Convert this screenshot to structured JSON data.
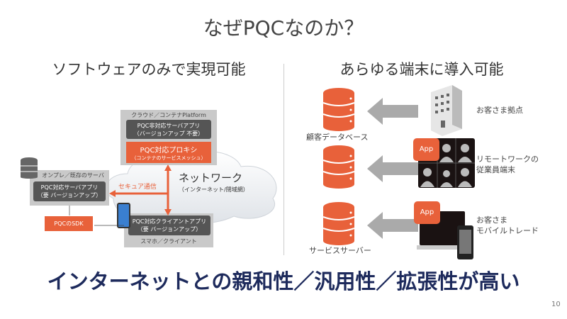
{
  "title": "なぜPQCなのか？",
  "left": {
    "heading": "ソフトウェアのみで実現可能",
    "cloud_platform": {
      "label": "クラウド／コンテナPlatform",
      "app_line1": "PQC非対応サーバアプリ",
      "app_line2": "（バージョンアップ 不要）",
      "proxy_line1": "PQC対応プロキシ",
      "proxy_line2": "（コンテナのサービスメッシュ）"
    },
    "onprem": {
      "label": "オンプレ／既存のサーバ",
      "app_line1": "PQC対応サーバアプリ",
      "app_line2": "（要 バージョンアップ）"
    },
    "sdk": "PQCのSDK",
    "secure": "セキュア通信",
    "network": {
      "title": "ネットワーク",
      "subtitle": "（インターネット/閉域網）"
    },
    "client": {
      "label": "スマホ／クライアント",
      "app_line1": "PQC対応クライアントアプリ",
      "app_line2": "（要 バージョンアップ）"
    }
  },
  "right": {
    "heading": "あらゆる端末に導入可能",
    "rows": [
      {
        "db_label": "顧客データベース",
        "source_line1": "お客さま拠点",
        "source_line2": ""
      },
      {
        "db_label": "",
        "source_line1": "リモートワークの",
        "source_line2": "従業員端末",
        "badge": "App"
      },
      {
        "db_label": "サービスサーバー",
        "source_line1": "お客さま",
        "source_line2": "モバイルトレード",
        "badge": "App"
      }
    ]
  },
  "tagline": "インターネットとの親和性／汎用性／拡張性が高い",
  "page_number": "10",
  "colors": {
    "accent": "#e8613a",
    "tagline": "#1d2a5c",
    "arrow_gray": "#aaaaaa"
  }
}
